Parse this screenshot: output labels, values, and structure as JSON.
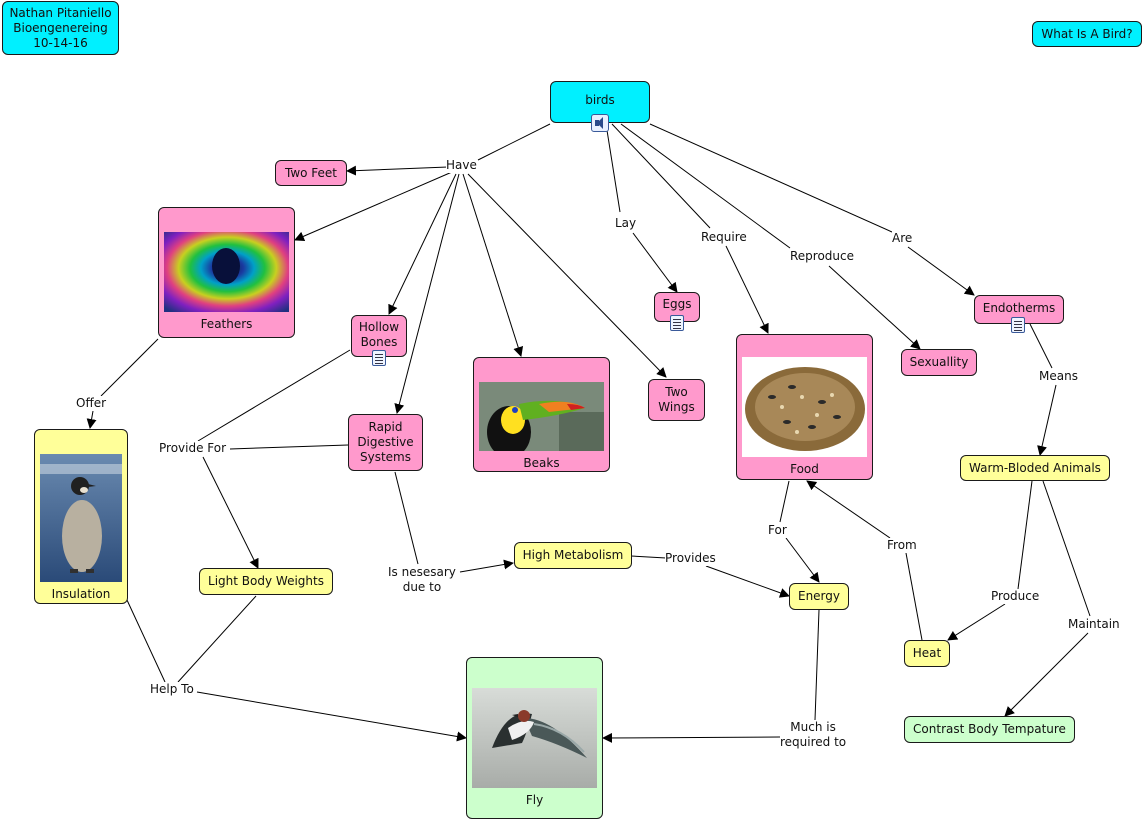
{
  "header": {
    "author_line1": "Nathan Pitaniello",
    "author_line2": "Bioengenereing",
    "author_line3": "10-14-16",
    "question": "What Is A Bird?"
  },
  "nodes": {
    "birds": "birds",
    "two_feet": "Two Feet",
    "feathers": "Feathers",
    "hollow_bones_1": "Hollow",
    "hollow_bones_2": "Bones",
    "rapid_1": "Rapid",
    "rapid_2": "Digestive",
    "rapid_3": "Systems",
    "beaks": "Beaks",
    "eggs": "Eggs",
    "two_wings_1": "Two",
    "two_wings_2": "Wings",
    "food": "Food",
    "sexuality": "Sexuallity",
    "endotherms": "Endotherms",
    "warm_blooded": "Warm-Bloded Animals",
    "insulation": "Insulation",
    "light_body": "Light Body Weights",
    "high_metabolism": "High Metabolism",
    "energy": "Energy",
    "heat": "Heat",
    "fly": "Fly",
    "contrast": "Contrast Body Tempature"
  },
  "links": {
    "have": "Have",
    "lay": "Lay",
    "require": "Require",
    "reproduce": "Reproduce",
    "are": "Are",
    "offer": "Offer",
    "provide_for": "Provide For",
    "means": "Means",
    "is_necessary_1": "Is nesesary",
    "is_necessary_2": "due to",
    "provides": "Provides",
    "for": "For",
    "from": "From",
    "produce": "Produce",
    "maintain": "Maintain",
    "help_to": "Help To",
    "much_required_1": "Much is",
    "much_required_2": "required to"
  },
  "icons": {
    "sound": "sound-icon",
    "resource": "document-icon"
  },
  "colors": {
    "cyan": "#00f0ff",
    "pink": "#ff99cc",
    "yellow": "#ffff99",
    "green": "#ccffcc"
  }
}
